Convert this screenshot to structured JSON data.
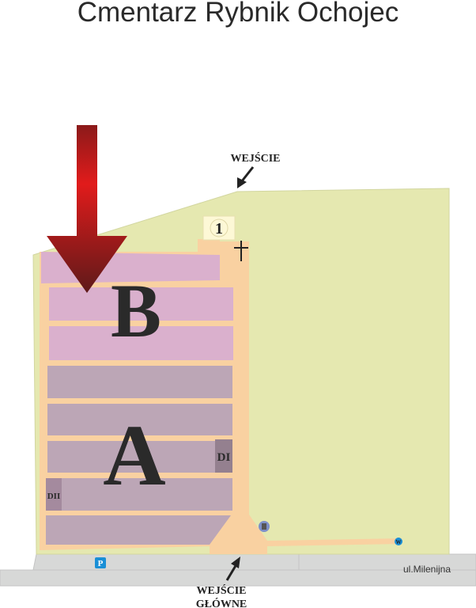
{
  "title": "Cmentarz Rybnik Ochojec",
  "labels": {
    "entrance_top": "WEJŚCIE",
    "entrance_main_line1": "WEJŚCIE",
    "entrance_main_line2": "GŁÓWNE",
    "street": "ul.Milenijna",
    "section_b": "B",
    "section_a": "A",
    "section_di": "DI",
    "section_dii": "DII",
    "building_number": "1",
    "parking": "P",
    "wc": "W"
  },
  "icons": [
    "cross-icon",
    "trash-bin-icon",
    "parking-icon",
    "wc-icon",
    "red-arrow-down-icon",
    "entrance-arrow-icon"
  ],
  "colors": {
    "grass": "#e5e8b0",
    "path": "#f9d1a1",
    "section_b": "#dab0cd",
    "section_a": "#bca6b6",
    "section_d": "#94808f",
    "road": "#d7d8d7",
    "arrow_red": "#e11b1b",
    "arrow_dark": "#6b1a1a",
    "blue_sign": "#1a8fd6"
  }
}
